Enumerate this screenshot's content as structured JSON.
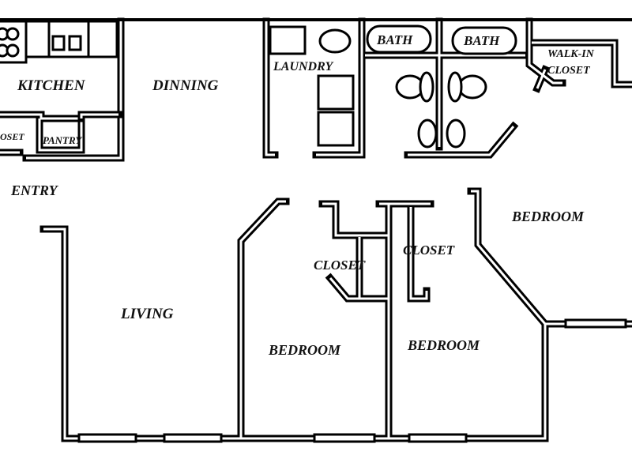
{
  "rooms": {
    "kitchen": "KITCHEN",
    "dinning": "DINNING",
    "laundry": "LAUNDRY",
    "bath1": "BATH",
    "bath2": "BATH",
    "walkin_line1": "WALK-IN",
    "walkin_line2": "CLOSET",
    "closet_left": "OSET",
    "pantry": "PANTRY",
    "entry": "ENTRY",
    "living": "LIVING",
    "bedroom_left": "BEDROOM",
    "bedroom_mid": "BEDROOM",
    "bedroom_right": "BEDROOM",
    "closet_a": "CLOSET",
    "closet_b": "CLOSET"
  },
  "colors": {
    "line": "#000000",
    "background": "#ffffff"
  }
}
